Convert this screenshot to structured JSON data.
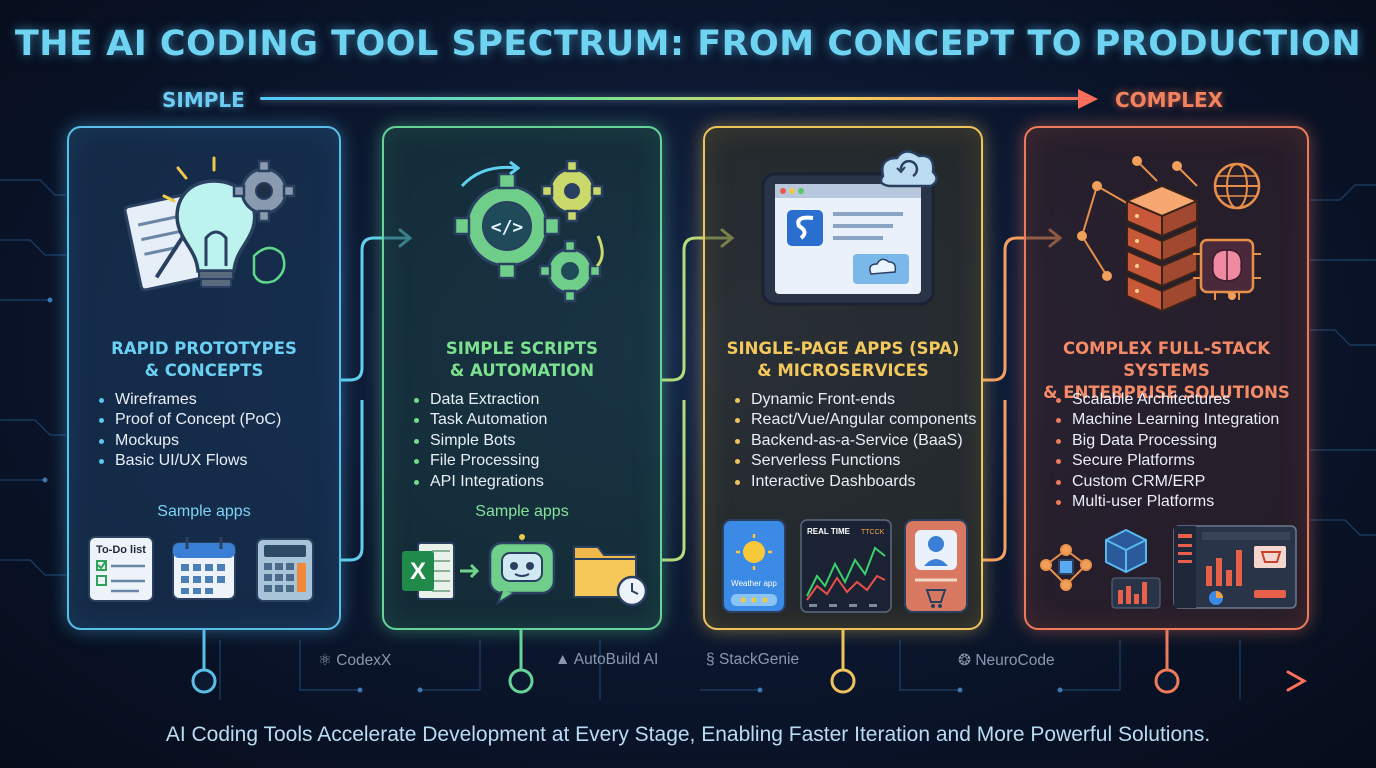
{
  "title": "THE AI CODING TOOL SPECTRUM: FROM CONCEPT TO PRODUCTION",
  "axis": {
    "left_label": "SIMPLE",
    "right_label": "COMPLEX"
  },
  "stages": [
    {
      "title_line1": "RAPID PROTOTYPES",
      "title_line2": "& CONCEPTS",
      "bullets": [
        "Wireframes",
        "Proof of Concept (PoC)",
        "Mockups",
        "Basic UI/UX Flows"
      ],
      "sample_label": "Sample apps",
      "thumb_text": "To-Do list",
      "icon": "lightbulb-gear-icon",
      "accent": "#58bfe8"
    },
    {
      "title_line1": "SIMPLE SCRIPTS",
      "title_line2": "& AUTOMATION",
      "bullets": [
        "Data Extraction",
        "Task Automation",
        "Simple Bots",
        "File Processing",
        "API Integrations"
      ],
      "sample_label": "Sample apps",
      "thumb_text": "X",
      "icon": "code-gears-icon",
      "accent": "#66d498"
    },
    {
      "title_line1": "SINGLE-PAGE APPS (SPA)",
      "title_line2": "& MICROSERVICES",
      "bullets": [
        "Dynamic Front-ends",
        "React/Vue/Angular components",
        "Backend-as-a-Service (BaaS)",
        "Serverless Functions",
        "Interactive Dashboards"
      ],
      "thumb_weather": "Weather app",
      "thumb_realtime": "REAL TIME",
      "thumb_ticker": "TTCCK",
      "icon": "tablet-cloud-icon",
      "accent": "#eec35c"
    },
    {
      "title_line1": "COMPLEX FULL-STACK SYSTEMS",
      "title_line2": "& ENTERPRISE SOLUTIONS",
      "bullets": [
        "Scalable Architectures",
        "Machine Learning Integration",
        "Big Data Processing",
        "Secure Platforms",
        "Custom CRM/ERP",
        "Multi-user Platforms"
      ],
      "icon": "server-network-brain-icon",
      "accent": "#ee7a5c"
    }
  ],
  "brands": [
    "CodexX",
    "AutoBuild AI",
    "StackGenie",
    "NeuroCode"
  ],
  "footer": "AI Coding Tools Accelerate Development at Every Stage, Enabling Faster Iteration and More Powerful Solutions."
}
